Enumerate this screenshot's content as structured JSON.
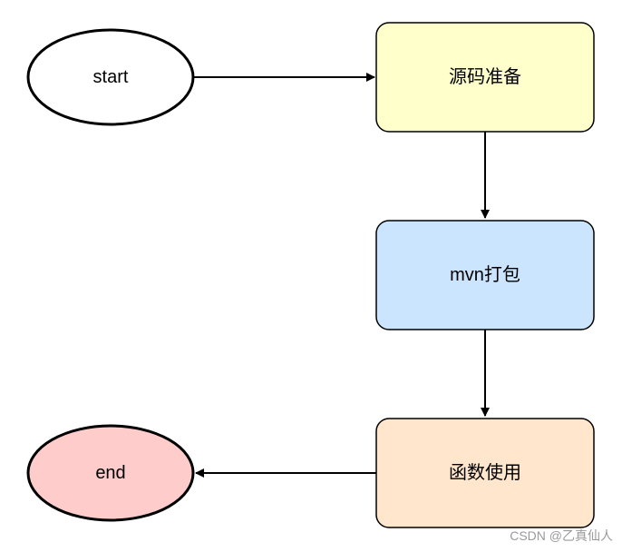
{
  "nodes": {
    "start": {
      "label": "start",
      "shape": "ellipse",
      "fill": "#ffffff",
      "stroke": "#000000"
    },
    "source_prep": {
      "label": "源码准备",
      "shape": "rounded-rect",
      "fill": "#ffffcc",
      "stroke": "#000000"
    },
    "mvn_package": {
      "label": "mvn打包",
      "shape": "rounded-rect",
      "fill": "#cce5ff",
      "stroke": "#000000"
    },
    "function_use": {
      "label": "函数使用",
      "shape": "rounded-rect",
      "fill": "#ffe6cc",
      "stroke": "#000000"
    },
    "end": {
      "label": "end",
      "shape": "ellipse",
      "fill": "#ffcccc",
      "stroke": "#000000"
    }
  },
  "edges": [
    {
      "from": "start",
      "to": "source_prep"
    },
    {
      "from": "source_prep",
      "to": "mvn_package"
    },
    {
      "from": "mvn_package",
      "to": "function_use"
    },
    {
      "from": "function_use",
      "to": "end"
    }
  ],
  "watermark": "CSDN @乙真仙人"
}
